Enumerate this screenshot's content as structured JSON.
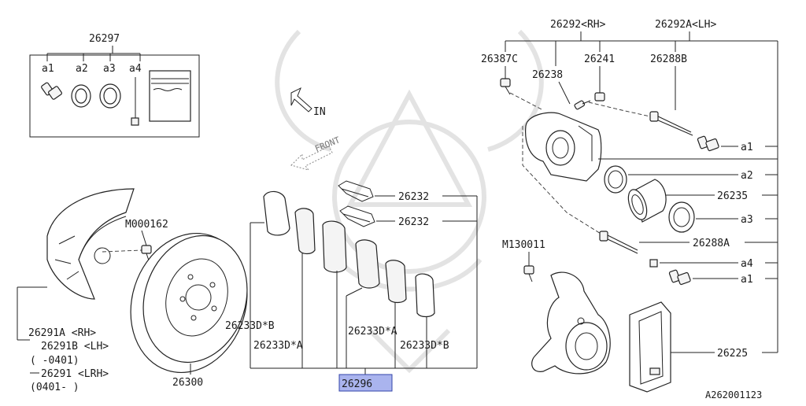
{
  "diagram": {
    "direction_in": "IN",
    "direction_front": "FRONT",
    "diagram_id": "A262001123",
    "kit": {
      "number": "26297",
      "items": [
        "a1",
        "a2",
        "a3",
        "a4"
      ]
    },
    "callouts": {
      "p26292": "26292<RH>",
      "p26292a": "26292A<LH>",
      "p26387c": "26387C",
      "p26241": "26241",
      "p26238": "26238",
      "p26288b": "26288B",
      "right_a1_top": "a1",
      "right_a2": "a2",
      "p26235": "26235",
      "right_a3": "a3",
      "p26288a": "26288A",
      "right_a4": "a4",
      "right_a1_bottom": "a1",
      "m130011": "M130011",
      "p26225": "26225",
      "p26232_top": "26232",
      "p26232_bottom": "26232",
      "m000162": "M000162",
      "p26233db_left": "26233D*B",
      "p26233da_left": "26233D*A",
      "p26233da_right": "26233D*A",
      "p26233db_right": "26233D*B",
      "p26296": "26296",
      "p26300": "26300"
    },
    "shield_labels": [
      "26291A <RH>",
      "26291B <LH>",
      "(     -0401)",
      "26291  <LRH>",
      "(0401-     )"
    ]
  }
}
